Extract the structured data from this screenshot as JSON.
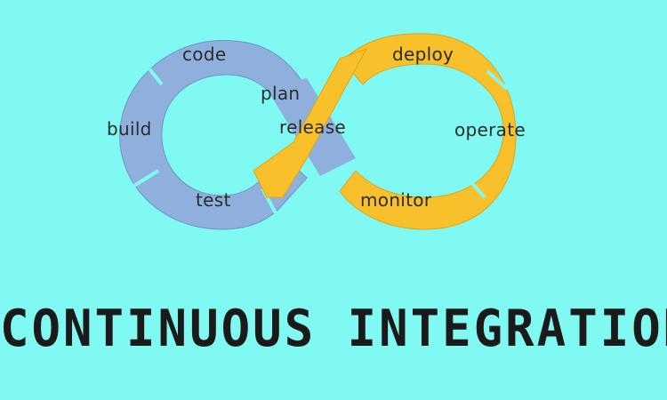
{
  "diagram": {
    "left_loop_color": "#8fb0dc",
    "right_loop_color": "#f8c12b",
    "labels": {
      "code": "code",
      "plan": "plan",
      "build": "build",
      "release": "release",
      "test": "test",
      "deploy": "deploy",
      "operate": "operate",
      "monitor": "monitor"
    }
  },
  "headline": "CONTINUOUS INTEGRATION"
}
